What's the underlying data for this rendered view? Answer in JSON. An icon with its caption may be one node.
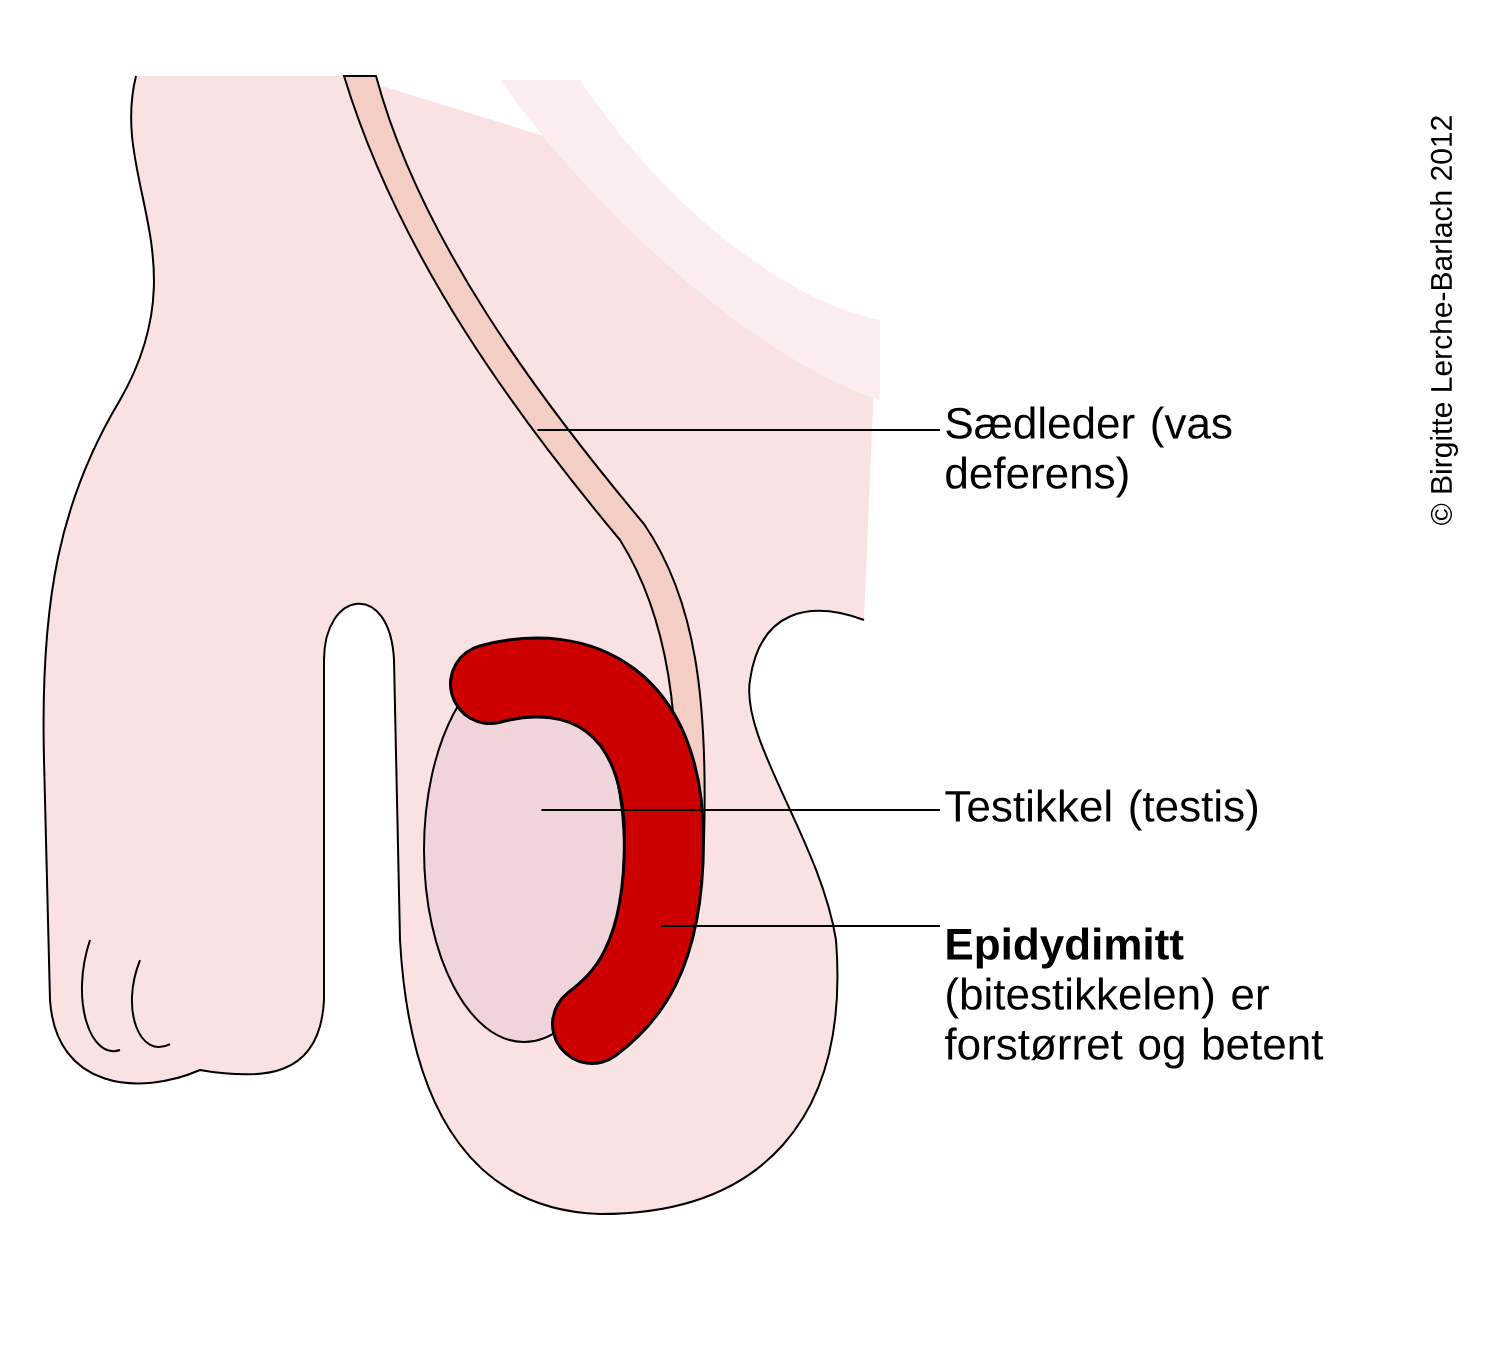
{
  "diagram": {
    "nodes": [
      {
        "text": [
          "Sædleder (vas deferens)"
        ]
      },
      {
        "text": [],
        "shape": "picture"
      },
      {
        "text": [
          "Testikkel (testis)"
        ]
      },
      {
        "text": [],
        "shape": "picture"
      },
      {
        "text": [
          "Epidydimitt",
          "(bitestikkelen) er forstørret og betent"
        ]
      },
      {
        "text": [],
        "shape": "picture"
      }
    ],
    "edges": [
      {
        "from": 0,
        "to": 1,
        "arrow": "none"
      },
      {
        "from": 2,
        "to": 3,
        "arrow": "none"
      },
      {
        "from": 4,
        "to": 5,
        "arrow": "none"
      }
    ],
    "labels": [
      "© Birgitte Lerche-Barlach 2012"
    ]
  }
}
